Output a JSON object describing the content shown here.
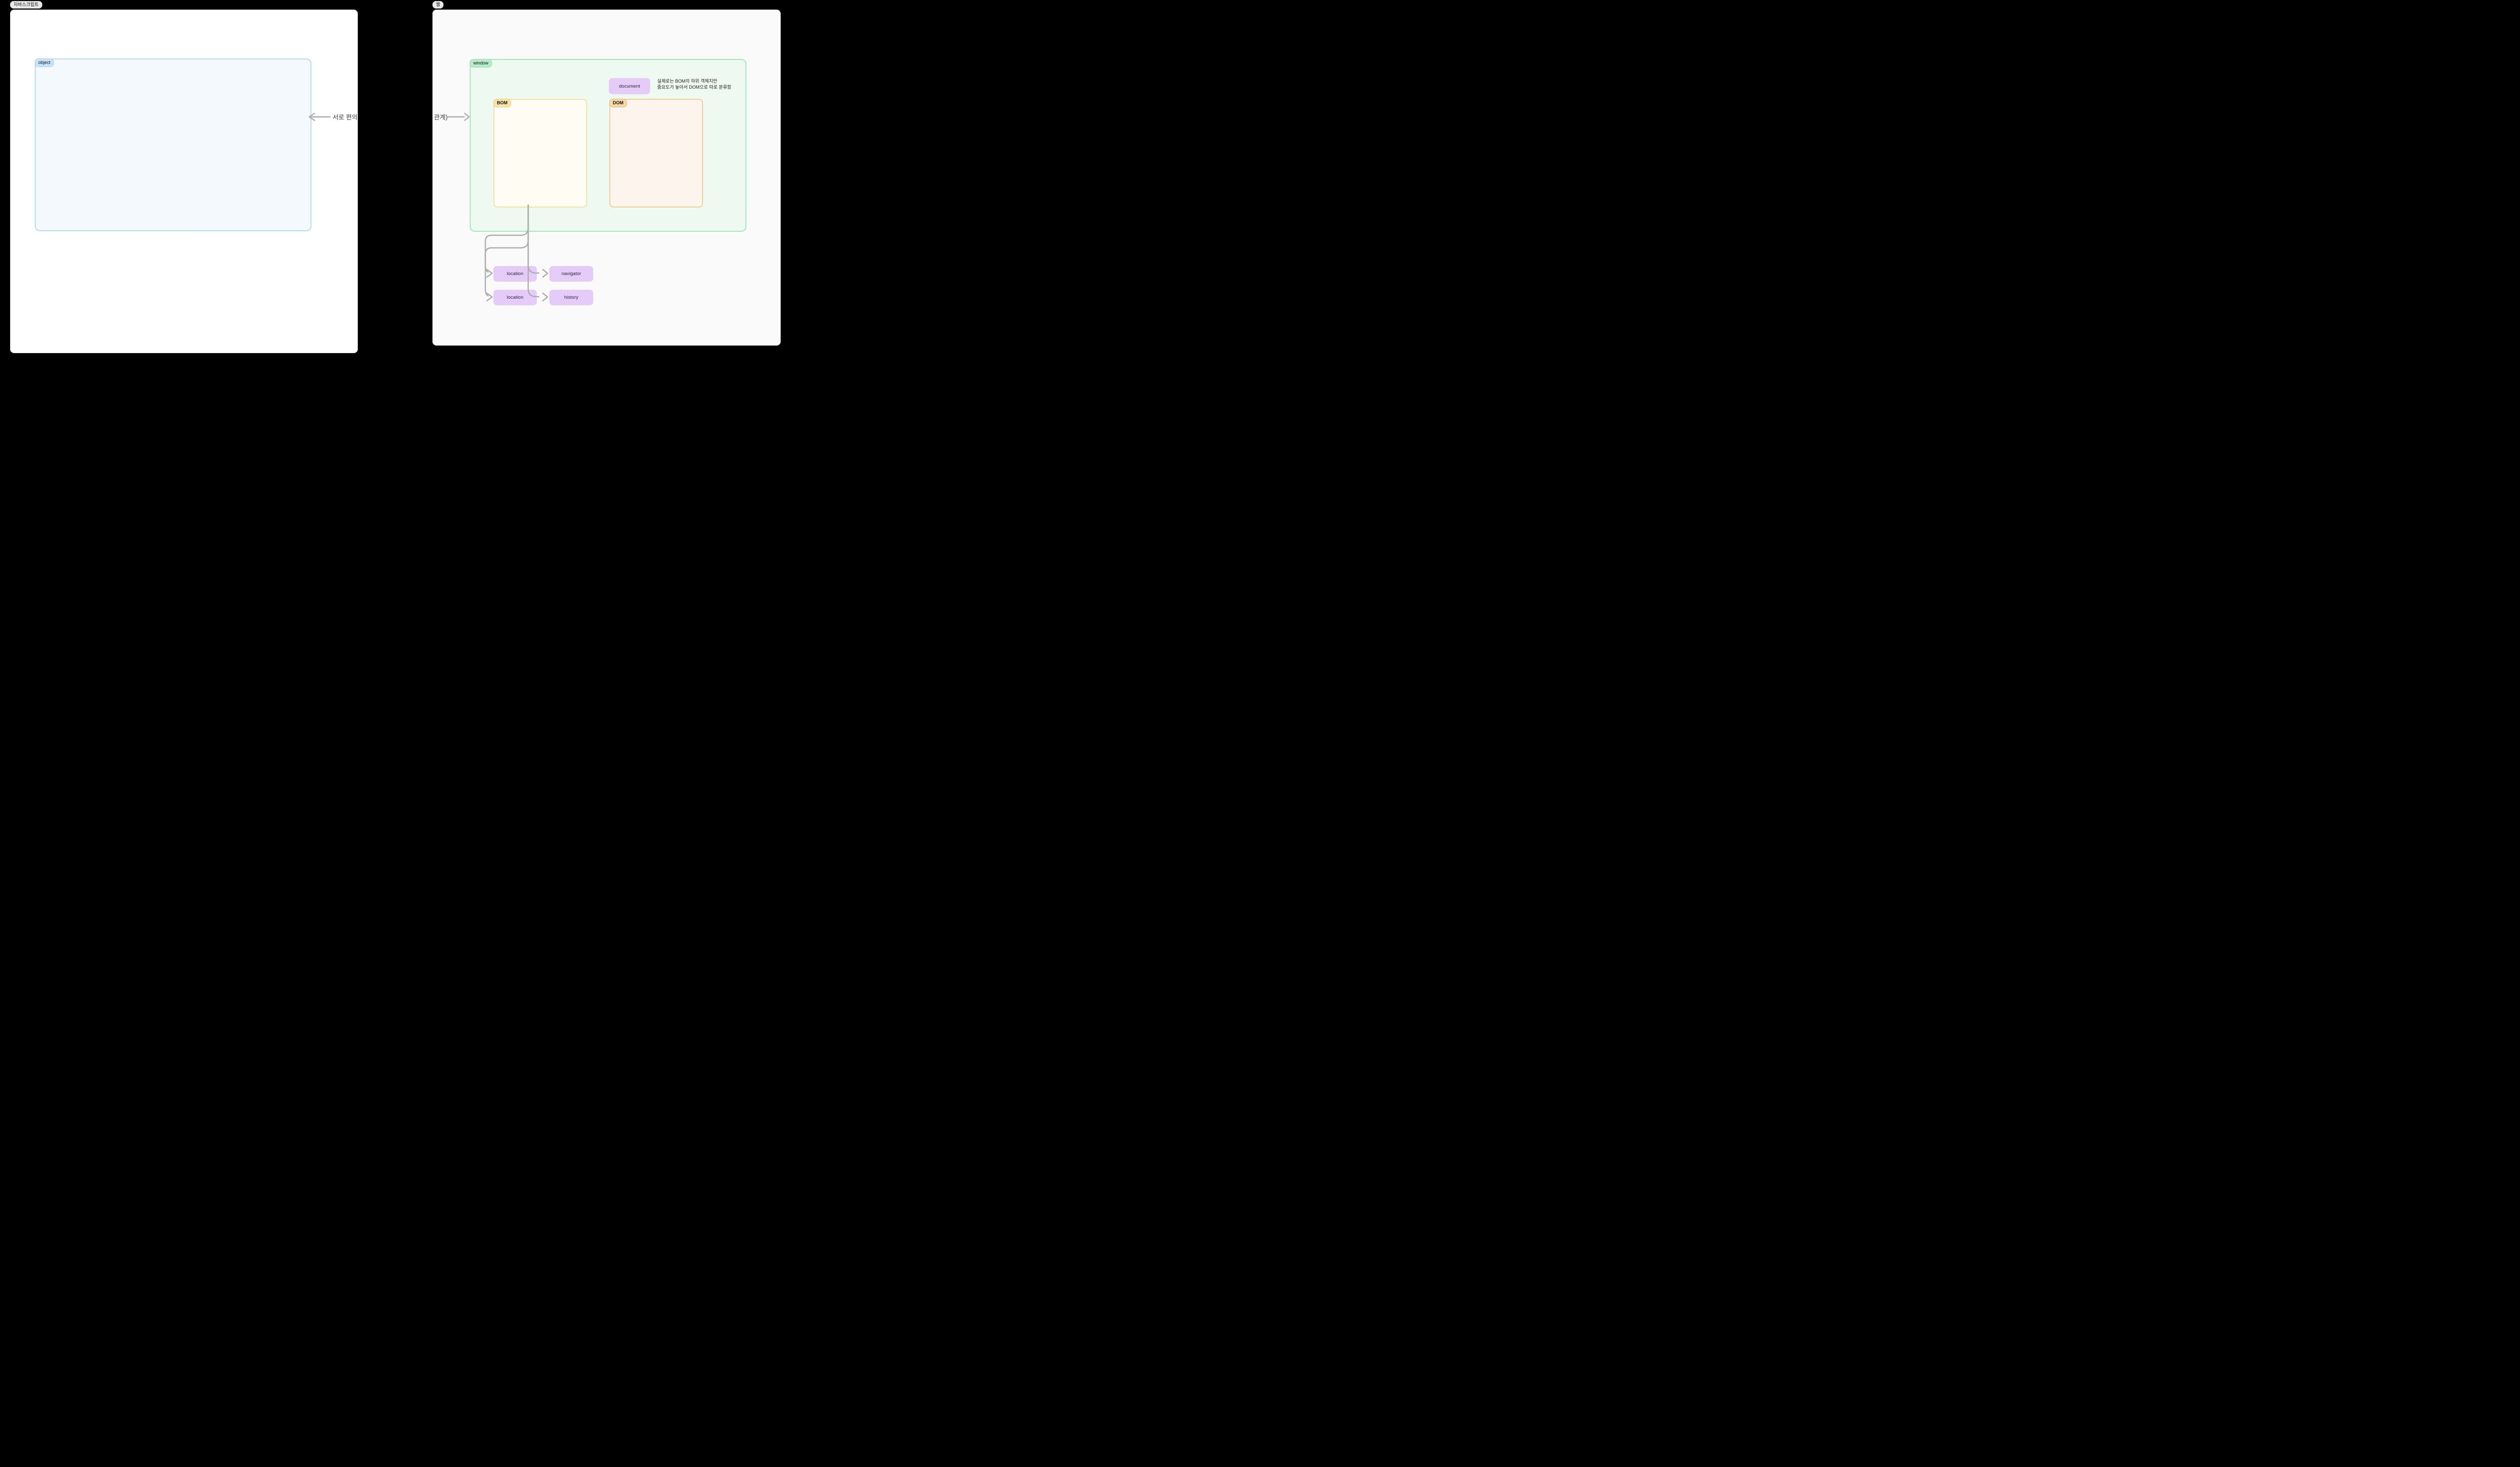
{
  "left_card": {
    "label": "자바스크립트",
    "object_group": {
      "label": "object"
    }
  },
  "right_card": {
    "label": "웹",
    "window_group": {
      "label": "window"
    },
    "document_box": {
      "label": "document"
    },
    "annotation": {
      "line1": "실제로는 BOM의 하위 객체지만",
      "line2": "중요도가 높아서 DOM으로 따로 분류함"
    },
    "bom_group": {
      "label": "BOM"
    },
    "dom_group": {
      "label": "DOM"
    },
    "child_boxes": [
      {
        "label": "location"
      },
      {
        "label": "navigator"
      },
      {
        "label": "location"
      },
      {
        "label": "history"
      }
    ]
  },
  "edge": {
    "left_text": "서로 편의를",
    "right_text": "관계)"
  },
  "colors": {
    "page_bg": "#000000",
    "card_bg_left": "#ffffff",
    "card_bg_right": "#fafafa",
    "card_border": "#e0e0e0",
    "card_pill_bg": "#e9e9e9",
    "object_fill": "#f4f9fd",
    "object_border": "#b9dcf5",
    "object_pill": "#c6e3f7",
    "window_fill": "#edf9f1",
    "window_border": "#a5e8c0",
    "window_pill": "#b7edc9",
    "bom_fill": "#fefcf3",
    "bom_border": "#f3e3a4",
    "bom_pill": "#f8e5a3",
    "dom_fill": "#fdf4ee",
    "dom_border": "#f3cf9c",
    "dom_pill": "#f8d7a4",
    "node_purple": "#e5cbf8",
    "node_text": "#2d2d33",
    "connector": "#adadad",
    "edge_text": "#3f3f3f"
  }
}
